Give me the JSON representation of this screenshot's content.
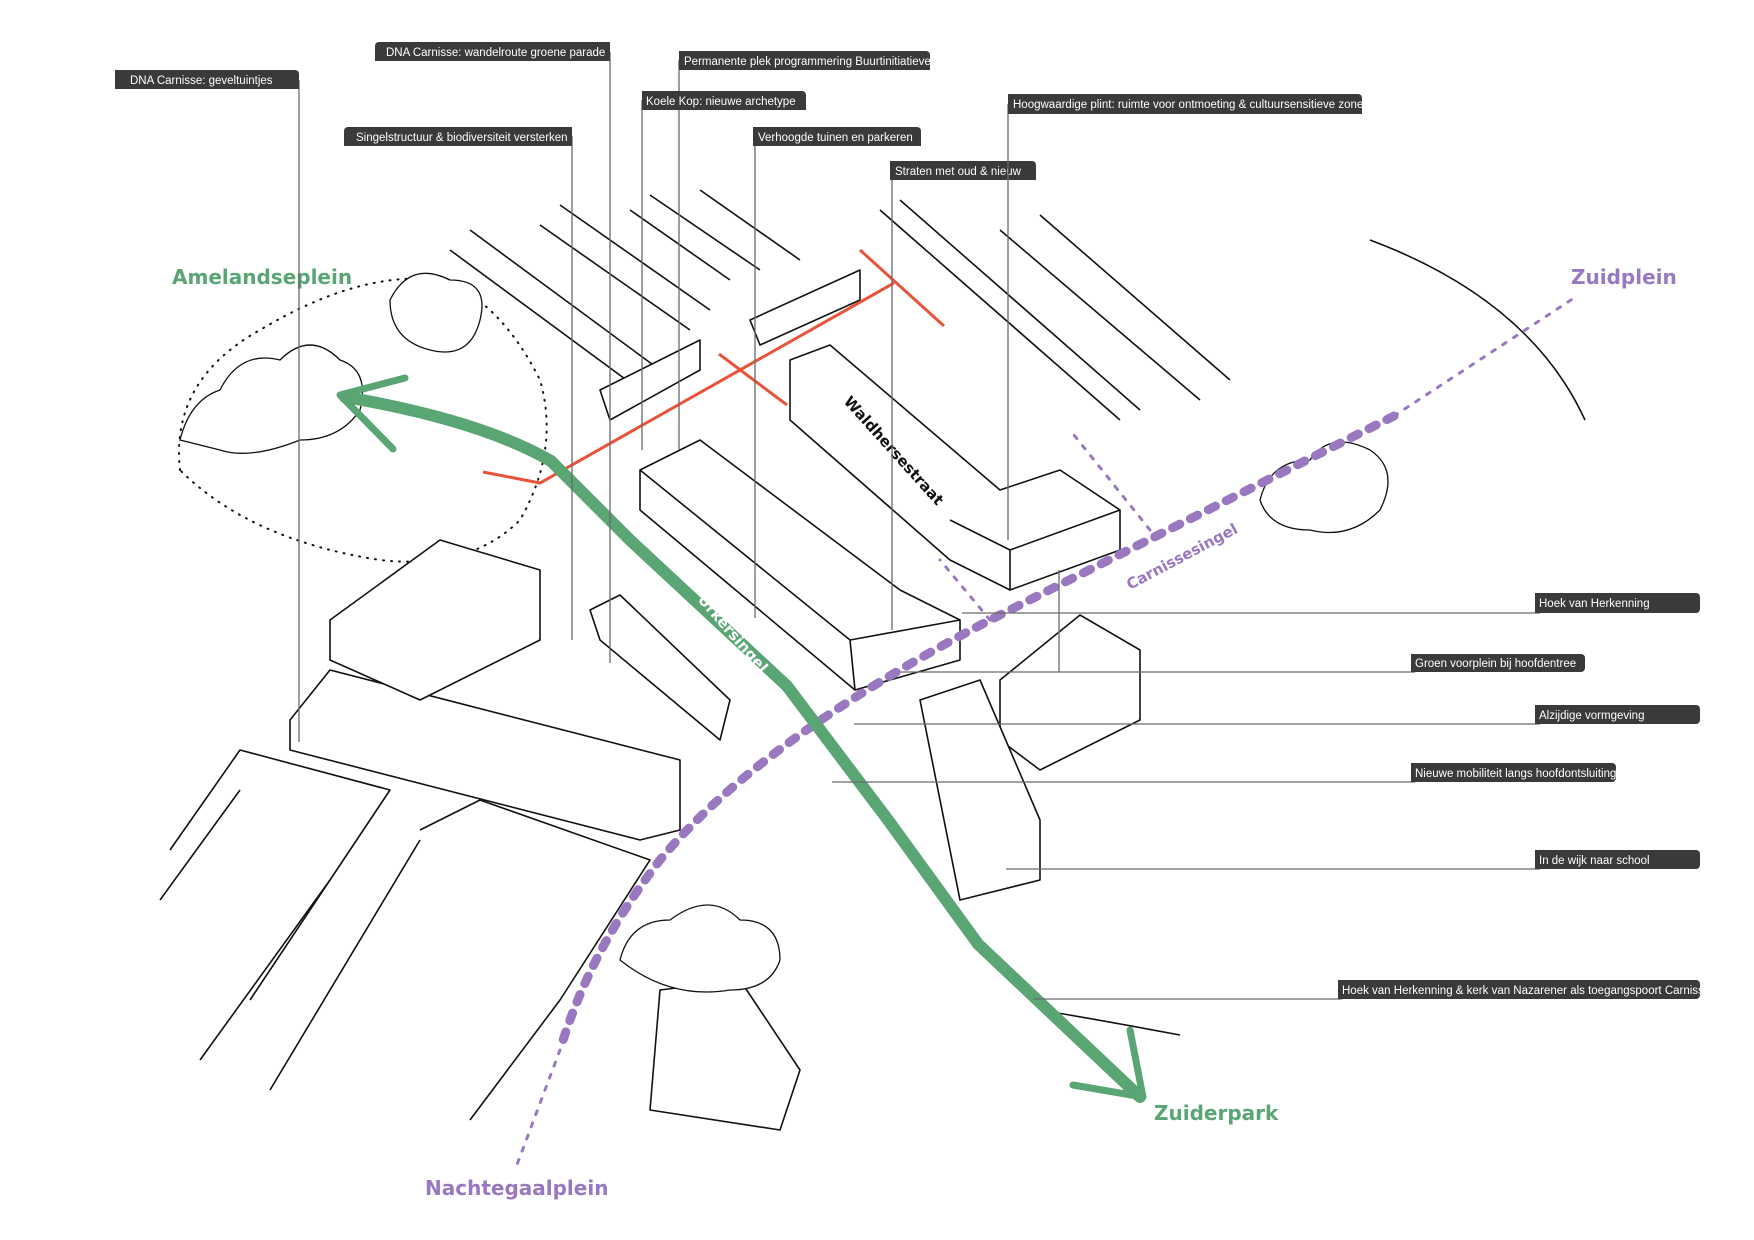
{
  "colors": {
    "green_route": "#5aa574",
    "purple_route": "#9a78bf",
    "red_axis": "#e8533a",
    "label_bg": "#3a3a3a"
  },
  "places": {
    "amelandseplein": "Amelandseplein",
    "zuidplein": "Zuidplein",
    "nachtegaalplein": "Nachtegaalplein",
    "zuiderpark": "Zuiderpark"
  },
  "streets": {
    "carnissesingel": "Carnissesingel",
    "urkersingel": "Urkersingel",
    "waldhersestraat": "Waldhersestraat"
  },
  "top_labels": [
    "DNA Carnisse: geveltuintjes",
    "DNA Carnisse: wandelroute groene parade",
    "Permanente plek programmering Buurtinitiatieven",
    "Koele Kop: nieuwe archetype",
    "Singelstructuur & biodiversiteit versterken",
    "Verhoogde tuinen en parkeren",
    "Straten met oud & nieuw",
    "Hoogwaardige plint: ruimte voor ontmoeting & cultuursensitieve zone"
  ],
  "right_labels": [
    "Hoek van Herkenning",
    "Groen voorplein bij hoofdentree",
    "Alzijdige vormgeving",
    "Nieuwe mobiliteit langs hoofdontsluiting",
    "In de wijk naar school",
    "Hoek van Herkenning & kerk van Nazarener als toegangspoort Carnisse"
  ]
}
